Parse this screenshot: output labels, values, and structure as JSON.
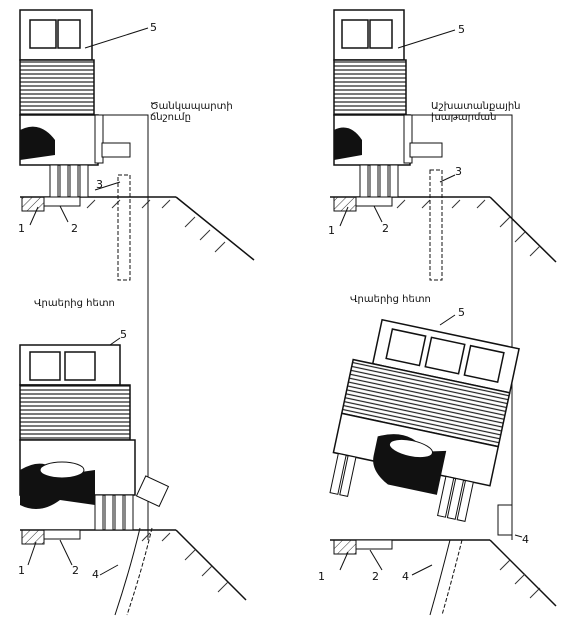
{
  "panels": {
    "top_left": {
      "caption_lines": [
        "Ծանկապարտի",
        "ճնշումը"
      ],
      "labels": [
        "1",
        "2",
        "3",
        "5"
      ]
    },
    "top_right": {
      "caption_lines": [
        "Աշխատանքային",
        "խաթարման"
      ],
      "labels": [
        "1",
        "2",
        "3",
        "5"
      ]
    },
    "bottom_left": {
      "caption": "Վրաերից հետո",
      "labels": [
        "1",
        "2",
        "4",
        "5"
      ]
    },
    "bottom_right": {
      "caption": "Վրաերից հետո",
      "labels": [
        "1",
        "2",
        "4",
        "5"
      ]
    }
  }
}
